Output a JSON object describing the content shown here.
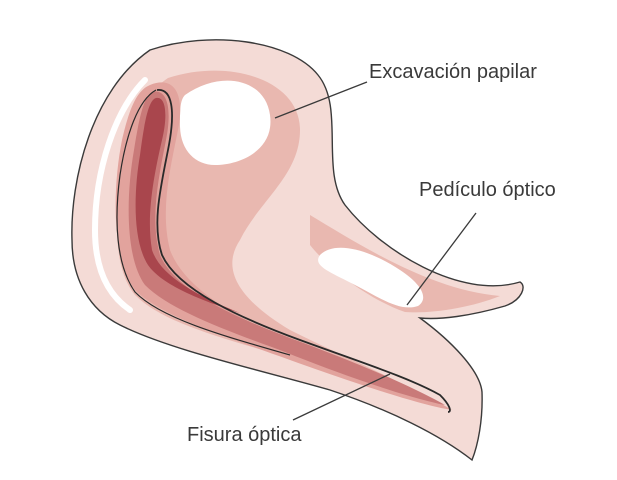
{
  "labels": {
    "excavacion": "Excavación papilar",
    "pediculo": "Pedículo óptico",
    "fisura": "Fisura óptica"
  },
  "colors": {
    "outer_light": "#f4dbd6",
    "mid_pink": "#e9b8b0",
    "highlight": "#ffffff",
    "cup_dark": "#a9464d",
    "cup_mid": "#c97a79",
    "cup_light": "#e2a39d",
    "outline": "#3a3a3a"
  }
}
